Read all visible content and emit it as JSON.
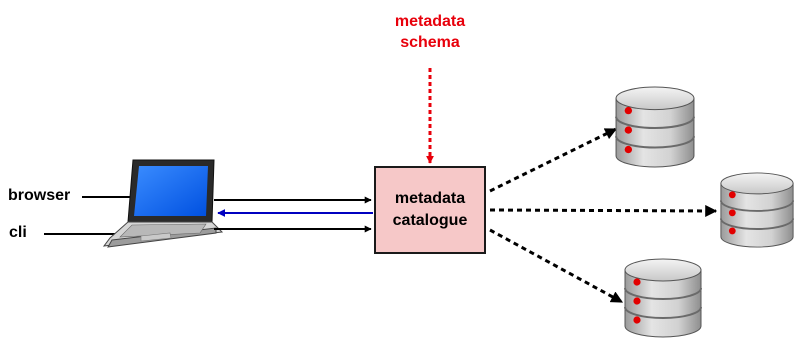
{
  "schema": {
    "line1": "metadata",
    "line2": "schema"
  },
  "catalogue": {
    "line1": "metadata",
    "line2": "catalogue"
  },
  "inputs": {
    "browser": "browser",
    "cli": "cli"
  },
  "colors": {
    "schema": "#e8000b",
    "catalogue_fill": "#f6c8c8",
    "return_arrow": "#0000c0"
  },
  "icons": {
    "client": "laptop-icon",
    "storage": [
      "database-icon",
      "database-icon",
      "database-icon"
    ]
  }
}
